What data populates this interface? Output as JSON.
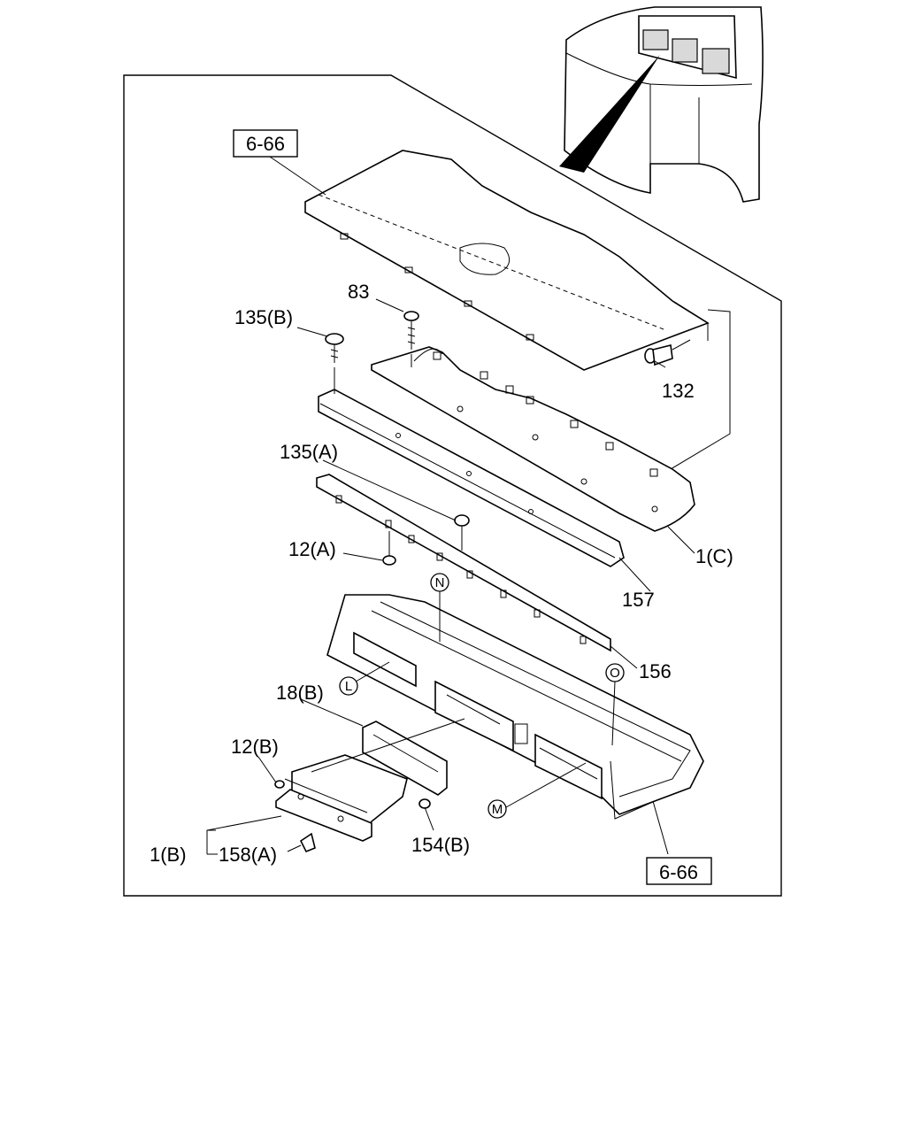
{
  "labels": {
    "ref_top": "6-66",
    "ref_bottom": "6-66",
    "p83": "83",
    "p135b": "135(B)",
    "p132": "132",
    "p135a": "135(A)",
    "p12a": "12(A)",
    "p1c": "1(C)",
    "p157": "157",
    "p156": "156",
    "p18b": "18(B)",
    "p12b": "12(B)",
    "p1b": "1(B)",
    "p158a": "158(A)",
    "p154b": "154(B)"
  },
  "callouts": {
    "n": "N",
    "o": "O",
    "l": "L",
    "m": "M"
  }
}
